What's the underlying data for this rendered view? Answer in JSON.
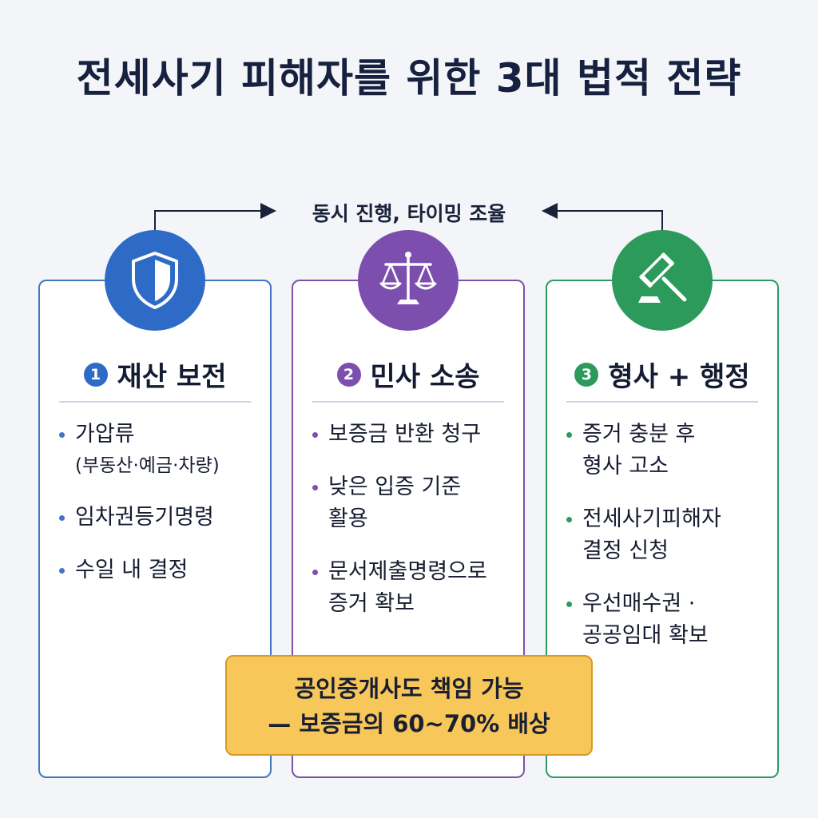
{
  "title": "전세사기 피해자를 위한 3대 법적 전략",
  "connector_label": "동시 진행, 타이밍 조율",
  "cards": [
    {
      "number": "1",
      "title": "재산 보전",
      "icon": "shield-icon",
      "color": "#2e6bc6",
      "items": [
        {
          "line1": "가압류",
          "line2": "(부동산·예금·차량)"
        },
        {
          "line1": "임차권등기명령",
          "line2": ""
        },
        {
          "line1": "수일 내 결정",
          "line2": ""
        }
      ]
    },
    {
      "number": "2",
      "title": "민사 소송",
      "icon": "scales-icon",
      "color": "#7c4fae",
      "items": [
        {
          "line1": "보증금 반환 청구",
          "line2": ""
        },
        {
          "line1": "낮은 입증 기준",
          "line2": "활용"
        },
        {
          "line1": "문서제출명령으로",
          "line2": "증거 확보"
        }
      ]
    },
    {
      "number": "3",
      "title": "형사 + 행정",
      "icon": "gavel-icon",
      "color": "#2c9a5a",
      "items": [
        {
          "line1": "증거 충분 후",
          "line2": "형사 고소"
        },
        {
          "line1": "전세사기피해자",
          "line2": "결정 신청"
        },
        {
          "line1": "우선매수권 ·",
          "line2": "공공임대 확보"
        }
      ]
    }
  ],
  "callout": {
    "line1": "공인중개사도 책임 가능",
    "line2": "— 보증금의 60~70% 배상",
    "color": "#f8c75a"
  }
}
